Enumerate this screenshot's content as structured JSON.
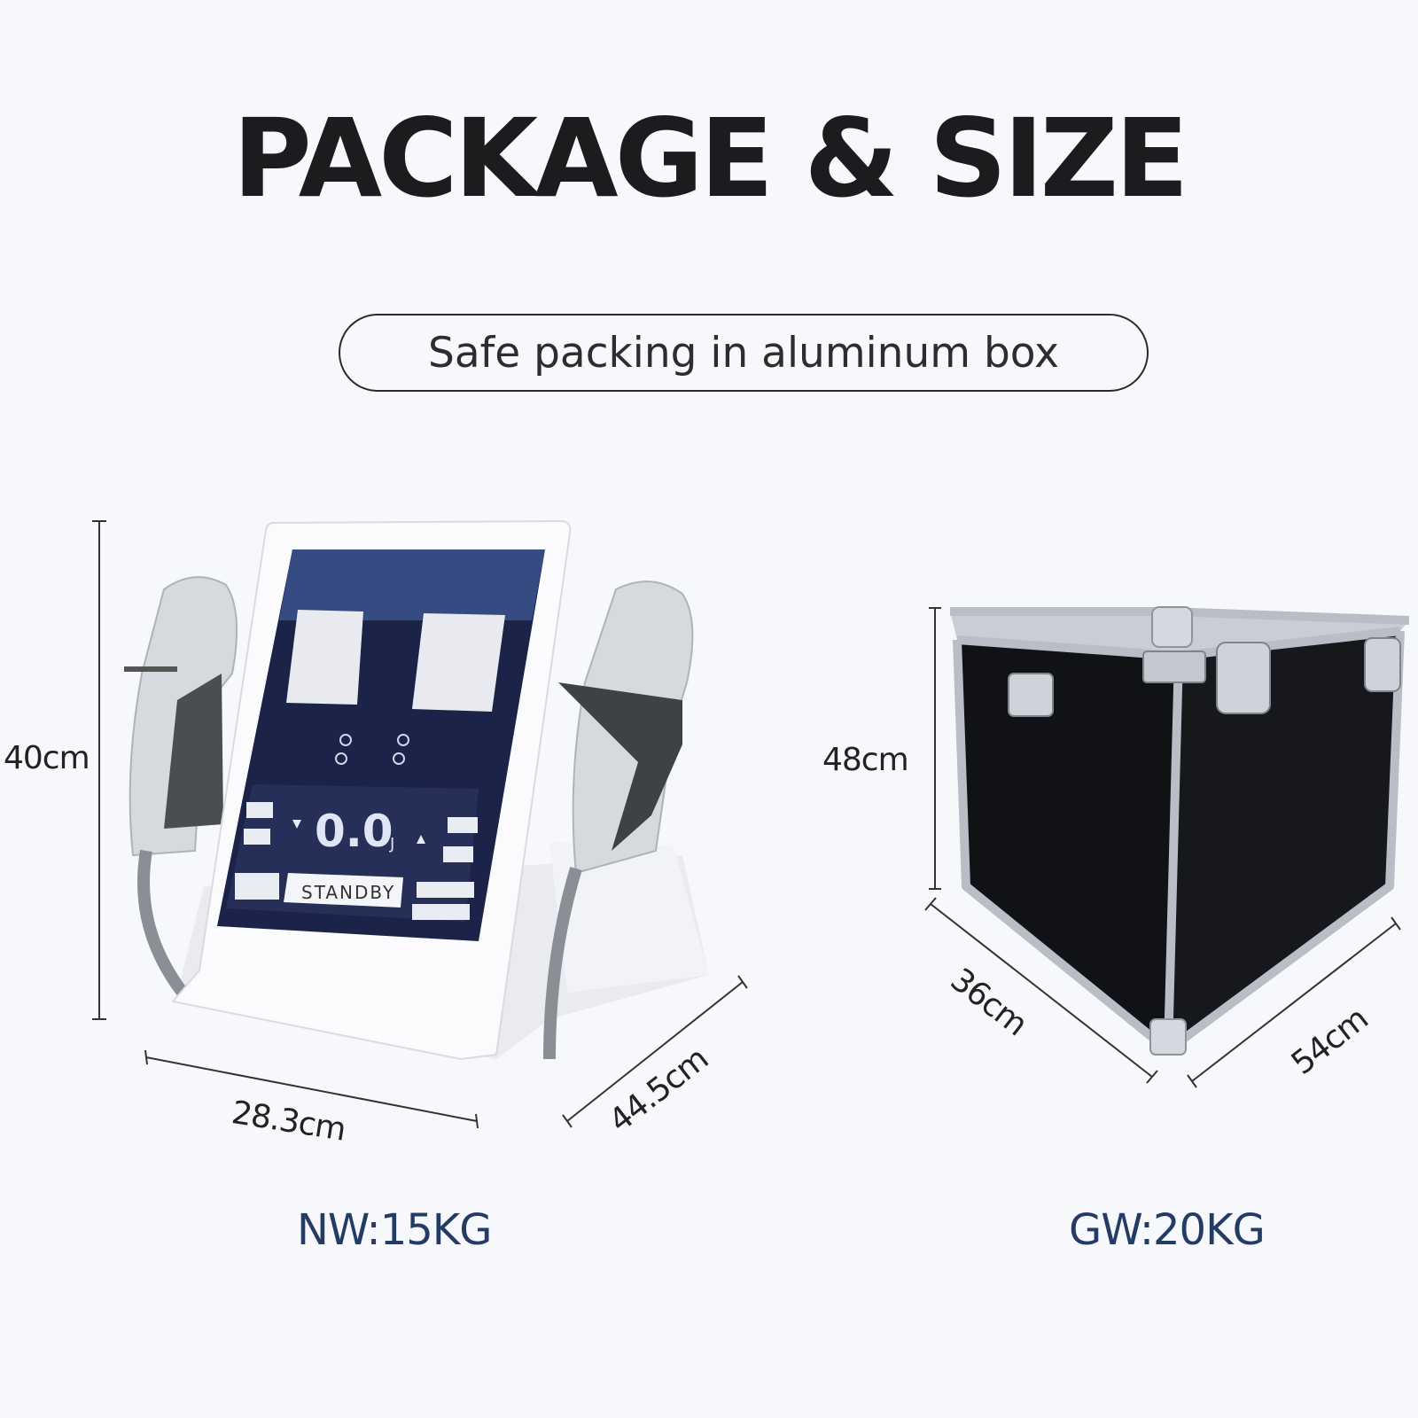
{
  "title": "PACKAGE & SIZE",
  "subtitle": "Safe packing in aluminum box",
  "machine": {
    "height": "40cm",
    "width": "28.3cm",
    "depth": "44.5cm",
    "net_weight": "NW:15KG",
    "screen": {
      "display_value": "0.0",
      "unit": "J",
      "status_button": "STANDBY"
    }
  },
  "box": {
    "height": "48cm",
    "depth": "36cm",
    "width": "54cm",
    "gross_weight": "GW:20KG"
  },
  "colors": {
    "title": "#1c1c1e",
    "weight_text": "#243b66",
    "case_panel": "#111216",
    "case_frame": "#b9bec6"
  }
}
